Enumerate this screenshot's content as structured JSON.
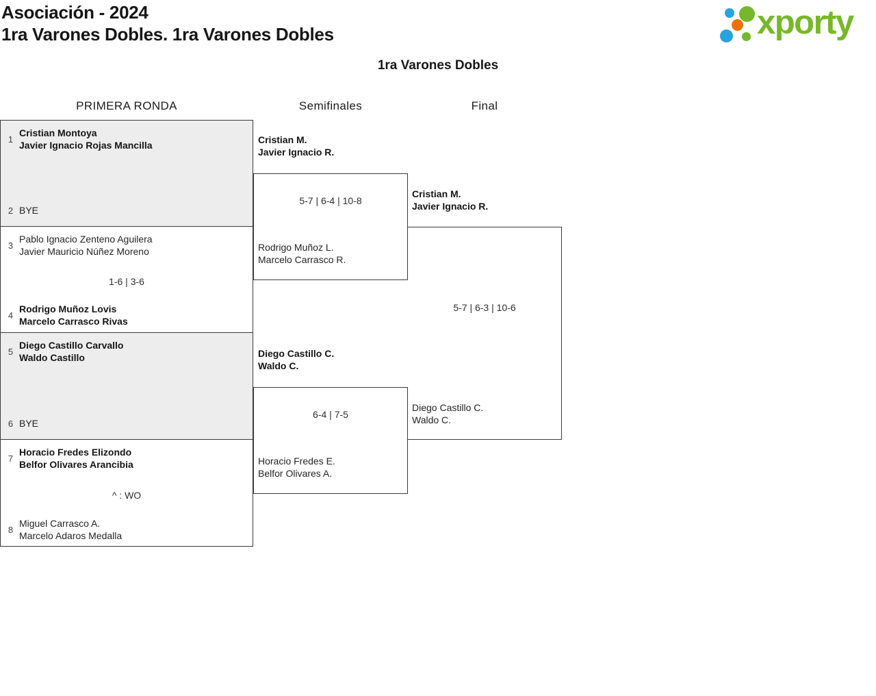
{
  "header": {
    "title_line1": "Asociación - 2024",
    "title_line2": "1ra Varones Dobles. 1ra Varones Dobles"
  },
  "logo": {
    "brand": "xporty"
  },
  "bracket": {
    "title": "1ra Varones Dobles",
    "columns": [
      {
        "label": "PRIMERA RONDA"
      },
      {
        "label": "Semifinales"
      },
      {
        "label": "Final"
      }
    ],
    "first_round": [
      {
        "shaded": true,
        "top": {
          "seed": "1",
          "line1": "Cristian Montoya",
          "line2": "Javier Ignacio Rojas Mancilla",
          "bold": true
        },
        "bottom": {
          "seed": "2",
          "line1": "BYE"
        }
      },
      {
        "shaded": false,
        "top": {
          "seed": "3",
          "line1": "Pablo Ignacio Zenteno Aguilera",
          "line2": "Javier Mauricio Núñez Moreno"
        },
        "score": "1-6 | 3-6",
        "bottom": {
          "seed": "4",
          "line1": "Rodrigo Muñoz Lovis",
          "line2": "Marcelo Carrasco Rivas",
          "bold": true
        }
      },
      {
        "shaded": true,
        "top": {
          "seed": "5",
          "line1": "Diego Castillo Carvallo",
          "line2": "Waldo Castillo",
          "bold": true
        },
        "bottom": {
          "seed": "6",
          "line1": "BYE"
        }
      },
      {
        "shaded": false,
        "top": {
          "seed": "7",
          "line1": "Horacio Fredes Elizondo",
          "line2": "Belfor Olivares Arancibia",
          "bold": true
        },
        "score": "^ : WO",
        "bottom": {
          "seed": "8",
          "line1": "Miguel Carrasco A.",
          "line2": "Marcelo Adaros Medalla"
        }
      }
    ],
    "semifinals": [
      {
        "top": {
          "line1": "Cristian M.",
          "line2": "Javier Ignacio R.",
          "bold": true
        },
        "score": "5-7 | 6-4 | 10-8",
        "bottom": {
          "line1": "Rodrigo Muñoz L.",
          "line2": "Marcelo Carrasco R."
        }
      },
      {
        "top": {
          "line1": "Diego Castillo C.",
          "line2": "Waldo C.",
          "bold": true
        },
        "score": "6-4 | 7-5",
        "bottom": {
          "line1": "Horacio Fredes E.",
          "line2": "Belfor Olivares A."
        }
      }
    ],
    "final": {
      "top": {
        "line1": "Cristian M.",
        "line2": "Javier Ignacio R.",
        "bold": true
      },
      "score": "5-7 | 6-3 | 10-6",
      "bottom": {
        "line1": "Diego Castillo C.",
        "line2": "Waldo C."
      }
    }
  },
  "colors": {
    "brand_green": "#76b82a",
    "brand_blue": "#29a3dc",
    "brand_orange": "#e87200",
    "shaded_match_bg": "#ededed",
    "box_border": "#3a3a3a"
  }
}
